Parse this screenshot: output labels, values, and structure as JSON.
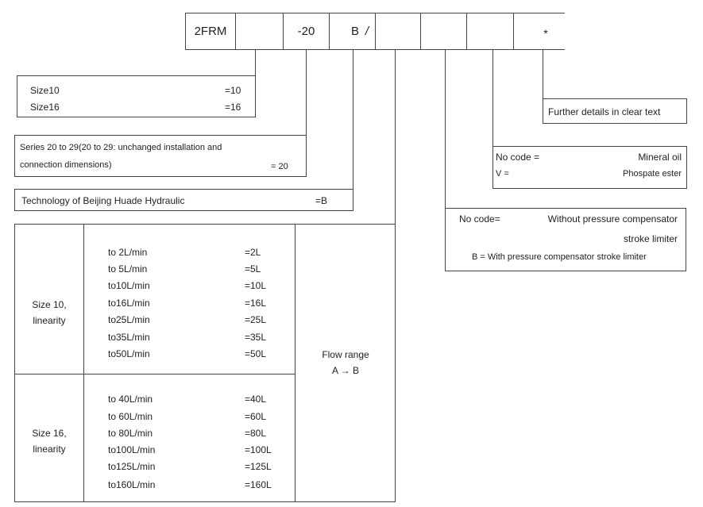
{
  "code_row": {
    "base": "2FRM",
    "series": "-20",
    "technology": "B",
    "slash": "/",
    "further": "*"
  },
  "size": {
    "rows": [
      {
        "label": "Size10",
        "value": "=10"
      },
      {
        "label": "Size16",
        "value": "=16"
      }
    ]
  },
  "series": {
    "line1": "Series 20 to 29(20 to 29: unchanged installation and",
    "line2": "connection  dimensions)",
    "value": "= 20"
  },
  "technology": {
    "label": "Technology  of Beijing Huade Hydraulic",
    "value": "=B"
  },
  "flow": {
    "range_label_1": "Flow range",
    "range_label_2": "A → B",
    "groups": [
      {
        "size_line1": "Size 10,",
        "size_line2": "linearity",
        "rows": [
          {
            "range": "to 2L/min",
            "code": "=2L"
          },
          {
            "range": "to 5L/min",
            "code": "=5L"
          },
          {
            "range": "to10L/min",
            "code": "=10L"
          },
          {
            "range": "to16L/min",
            "code": "=16L"
          },
          {
            "range": "to25L/min",
            "code": "=25L"
          },
          {
            "range": "to35L/min",
            "code": "=35L"
          },
          {
            "range": "to50L/min",
            "code": "=50L"
          }
        ]
      },
      {
        "size_line1": "Size 16,",
        "size_line2": "linearity",
        "rows": [
          {
            "range": "to 40L/min",
            "code": "=40L"
          },
          {
            "range": "to 60L/min",
            "code": "=60L"
          },
          {
            "range": "to 80L/min",
            "code": "=80L"
          },
          {
            "range": "to100L/min",
            "code": "=100L"
          },
          {
            "range": "to125L/min",
            "code": "=125L"
          },
          {
            "range": "to160L/min",
            "code": "=160L"
          }
        ]
      }
    ]
  },
  "compensator": {
    "line1_code": "No code=",
    "line1_text": "Without pressure compensator",
    "line2_text": "stroke limiter",
    "line3": "B = With pressure compensator stroke limiter"
  },
  "fluid": {
    "rows": [
      {
        "code": "No code =",
        "text": "Mineral oil"
      },
      {
        "code": "V =",
        "text": "Phospate ester"
      }
    ]
  },
  "further": {
    "text": "Further details in clear text"
  }
}
